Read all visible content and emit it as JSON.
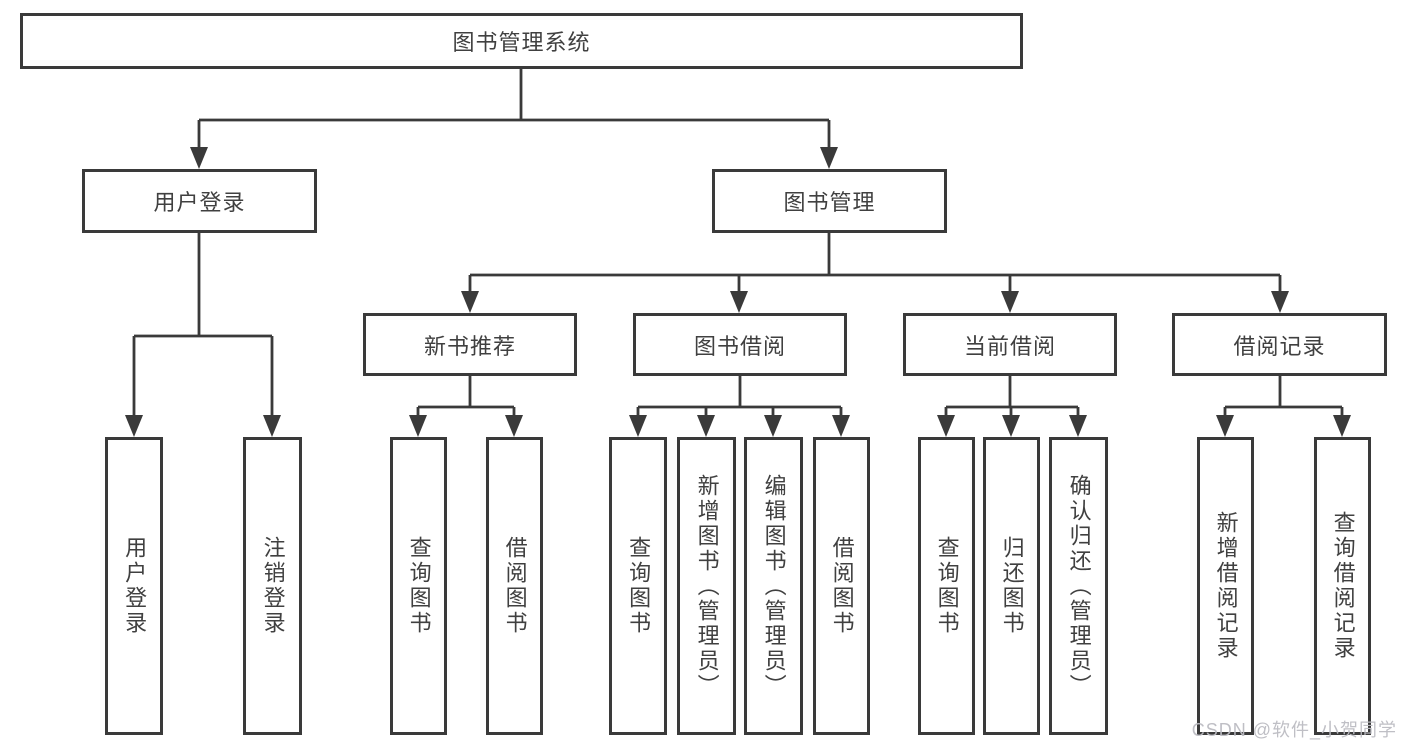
{
  "diagram": {
    "title": "图书管理系统",
    "watermark": "CSDN @软件_小贺同学",
    "colors": {
      "background": "#ffffff",
      "line": "#3a3a3a",
      "box_border": "#3a3a3a",
      "text": "#404040",
      "watermark": "#bcbcc2"
    }
  },
  "nodes": {
    "root": {
      "label": "图书管理系统"
    },
    "level2": [
      {
        "label": "用户登录"
      },
      {
        "label": "图书管理"
      }
    ],
    "level3": [
      {
        "label": "新书推荐"
      },
      {
        "label": "图书借阅"
      },
      {
        "label": "当前借阅"
      },
      {
        "label": "借阅记录"
      }
    ],
    "leaves": [
      {
        "label": "用户登录"
      },
      {
        "label": "注销登录"
      },
      {
        "label": "查询图书"
      },
      {
        "label": "借阅图书"
      },
      {
        "label": "查询图书"
      },
      {
        "label": "新增图书（管理员）"
      },
      {
        "label": "编辑图书（管理员）"
      },
      {
        "label": "借阅图书"
      },
      {
        "label": "查询图书"
      },
      {
        "label": "归还图书"
      },
      {
        "label": "确认归还（管理员）"
      },
      {
        "label": "新增借阅记录"
      },
      {
        "label": "查询借阅记录"
      }
    ]
  }
}
